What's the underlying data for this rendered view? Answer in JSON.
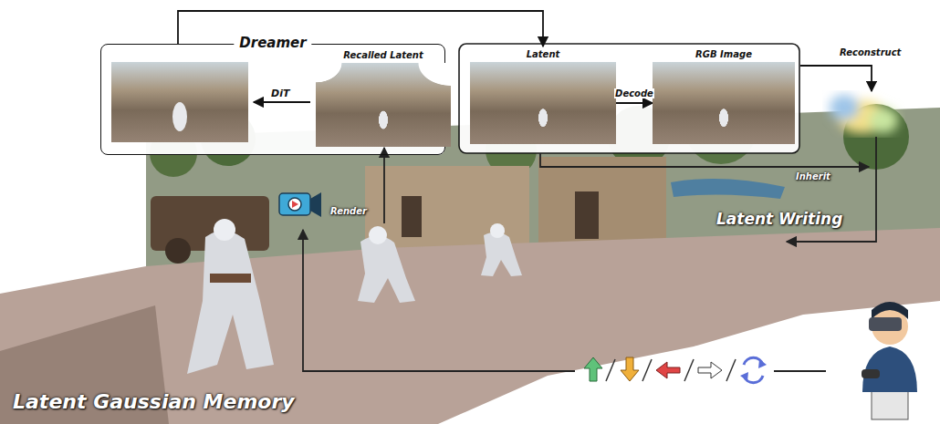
{
  "diagram": {
    "nodes": [
      {
        "text": [
          "Dreamer"
        ]
      },
      {
        "text": [
          "Recalled Latent"
        ],
        "in": 0
      },
      {
        "text": [
          "Latent"
        ]
      },
      {
        "text": [
          "RGB Image"
        ]
      }
    ],
    "edges": [
      {
        "from": 0,
        "to": 2,
        "arrow": "to"
      },
      {
        "from": 2,
        "to": 3,
        "label": "Decode",
        "arrow": "to"
      }
    ],
    "labels": [
      "DiT",
      "Reconstruct",
      "Render",
      "Inherit",
      "Latent Writing",
      "Latent Gaussian Memory"
    ]
  }
}
